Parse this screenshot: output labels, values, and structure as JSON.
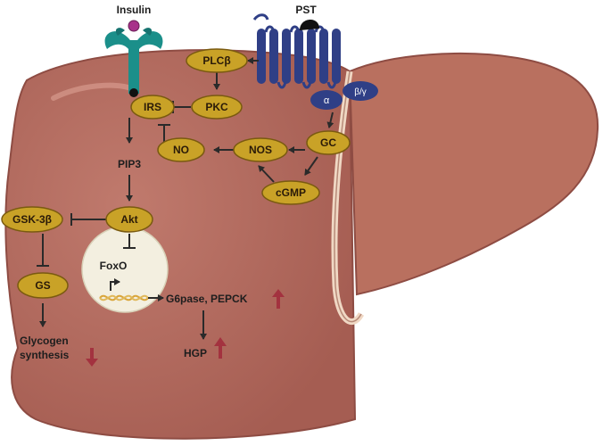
{
  "labels": {
    "insulin": "Insulin",
    "pst": "PST",
    "pip3": "PIP3",
    "foxo": "FoxO",
    "g6pase": "G6pase, PEPCK",
    "hgp": "HGP",
    "glycogen_line1": "Glycogen",
    "glycogen_line2": "synthesis"
  },
  "nodes": {
    "plcb": "PLCβ",
    "pkc": "PKC",
    "irs": "IRS",
    "no": "NO",
    "nos": "NOS",
    "gc": "GC",
    "cgmp": "cGMP",
    "akt": "Akt",
    "gsk3b": "GSK-3β",
    "gs": "GS"
  },
  "g_protein": {
    "alpha": "α",
    "beta_gamma": "β/γ"
  },
  "colors": {
    "liver": "#b46a5e",
    "liver_dark": "#8e4c43",
    "node_fill": "#c9a227",
    "node_stroke": "#7a5a10",
    "receptor": "#1b8f8a",
    "gpcr": "#2f3f86",
    "nucleus": "#f3efe0",
    "up_down_arrow": "#a3323f"
  }
}
